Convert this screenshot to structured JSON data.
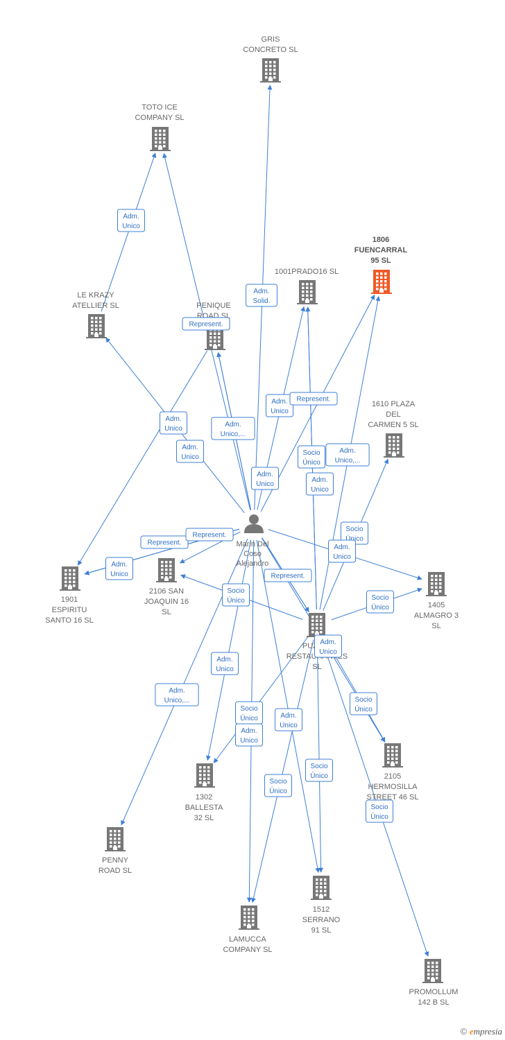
{
  "colors": {
    "edge": "#3d7fd6",
    "building": "#777777",
    "highlight": "#f05a28",
    "person": "#777777"
  },
  "person": {
    "id": "marin",
    "lines": [
      "Marin Del",
      "Coso",
      "Alejandro"
    ]
  },
  "companies": [
    {
      "id": "gris",
      "lines": [
        "GRIS",
        "CONCRETO  SL"
      ]
    },
    {
      "id": "toto",
      "lines": [
        "TOTO ICE",
        "COMPANY  SL"
      ]
    },
    {
      "id": "fuencarral",
      "lines": [
        "1806",
        "FUENCARRAL",
        "95  SL"
      ],
      "highlight": true
    },
    {
      "id": "prado",
      "lines": [
        "1001PRADO16 SL"
      ]
    },
    {
      "id": "krazy",
      "lines": [
        "LE KRAZY",
        "ATELLIER  SL"
      ]
    },
    {
      "id": "penique",
      "lines": [
        "PENIQUE",
        "ROAD SL"
      ]
    },
    {
      "id": "plaza",
      "lines": [
        "1610 PLAZA",
        "DEL",
        "CARMEN 5  SL"
      ]
    },
    {
      "id": "espiritu",
      "lines": [
        "1901",
        "ESPIRITU",
        "SANTO 16  SL"
      ]
    },
    {
      "id": "joaquin",
      "lines": [
        "2106 SAN",
        "JOAQUIN 16",
        "SL"
      ]
    },
    {
      "id": "almagro",
      "lines": [
        "1405",
        "ALMAGRO 3",
        "SL"
      ]
    },
    {
      "id": "puzzle",
      "lines": [
        "PUZZLE",
        "RESTAURANTES",
        "SL"
      ]
    },
    {
      "id": "hermosilla",
      "lines": [
        "2105",
        "HERMOSILLA",
        "STREET 46  SL"
      ]
    },
    {
      "id": "ballesta",
      "lines": [
        "1302",
        "BALLESTA",
        "32 SL"
      ]
    },
    {
      "id": "penny",
      "lines": [
        "PENNY",
        "ROAD  SL"
      ]
    },
    {
      "id": "serrano",
      "lines": [
        "1512",
        "SERRANO",
        "91  SL"
      ]
    },
    {
      "id": "lamucca",
      "lines": [
        "LAMUCCA",
        "COMPANY SL"
      ]
    },
    {
      "id": "promollum",
      "lines": [
        "PROMOLLUM",
        "142 B SL"
      ]
    }
  ],
  "relations": [
    {
      "from": "marin",
      "to": "gris",
      "label": [
        "Adm.",
        "Solid."
      ]
    },
    {
      "from": "marin",
      "to": "toto",
      "label": []
    },
    {
      "from": "krazy",
      "to": "toto",
      "label": [
        "Adm.",
        "Unico"
      ]
    },
    {
      "from": "marin",
      "to": "krazy",
      "label": [
        "Adm.",
        "Unico"
      ]
    },
    {
      "from": "marin",
      "to": "penique",
      "label": [
        "Represent."
      ]
    },
    {
      "from": "marin",
      "to": "penique",
      "label": [
        "Adm.",
        "Unico,..."
      ]
    },
    {
      "from": "marin",
      "to": "prado",
      "label": [
        "Adm.",
        "Unico"
      ]
    },
    {
      "from": "puzzle",
      "to": "prado",
      "label": [
        "Represent."
      ]
    },
    {
      "from": "puzzle",
      "to": "prado",
      "label": [
        "Socio",
        "Único"
      ]
    },
    {
      "from": "marin",
      "to": "fuencarral",
      "label": [
        "Adm.",
        "Unico"
      ]
    },
    {
      "from": "puzzle",
      "to": "fuencarral",
      "label": [
        "Adm.",
        "Unico,..."
      ]
    },
    {
      "from": "marin",
      "to": "puzzle",
      "label": [
        "Adm.",
        "Unico"
      ]
    },
    {
      "from": "puzzle",
      "to": "plaza",
      "label": [
        "Socio",
        "Único"
      ]
    },
    {
      "from": "marin",
      "to": "almagro",
      "label": [
        "Adm.",
        "Unico"
      ]
    },
    {
      "from": "puzzle",
      "to": "almagro",
      "label": [
        "Socio",
        "Único"
      ]
    },
    {
      "from": "penique",
      "to": "espiritu",
      "label": [
        "Adm.",
        "Unico"
      ]
    },
    {
      "from": "marin",
      "to": "espiritu",
      "label": [
        "Represent."
      ]
    },
    {
      "from": "marin",
      "to": "espiritu",
      "label": [
        "Adm.",
        "Unico"
      ]
    },
    {
      "from": "marin",
      "to": "joaquin",
      "label": [
        "Represent."
      ]
    },
    {
      "from": "puzzle",
      "to": "joaquin",
      "label": [
        "Socio",
        "Único"
      ]
    },
    {
      "from": "marin",
      "to": "puzzle",
      "label": [
        "Represent."
      ]
    },
    {
      "from": "puzzle",
      "to": "hermosilla",
      "label": [
        "Socio",
        "Único"
      ]
    },
    {
      "from": "marin",
      "to": "hermosilla",
      "label": [
        "Adm.",
        "Unico"
      ]
    },
    {
      "from": "marin",
      "to": "ballesta",
      "label": [
        "Adm.",
        "Unico"
      ]
    },
    {
      "from": "puzzle",
      "to": "ballesta",
      "label": [
        "Socio",
        "Único"
      ]
    },
    {
      "from": "marin",
      "to": "penny",
      "label": [
        "Adm.",
        "Unico,..."
      ]
    },
    {
      "from": "marin",
      "to": "lamucca",
      "label": [
        "Adm.",
        "Unico"
      ]
    },
    {
      "from": "puzzle",
      "to": "lamucca",
      "label": [
        "Socio",
        "Único"
      ]
    },
    {
      "from": "marin",
      "to": "serrano",
      "label": [
        "Adm.",
        "Unico"
      ]
    },
    {
      "from": "puzzle",
      "to": "serrano",
      "label": [
        "Socio",
        "Único"
      ]
    },
    {
      "from": "puzzle",
      "to": "promollum",
      "label": [
        "Socio",
        "Único"
      ]
    }
  ],
  "footer": {
    "copyright": "©",
    "brand_initial": "e",
    "brand_rest": "mpresia"
  }
}
